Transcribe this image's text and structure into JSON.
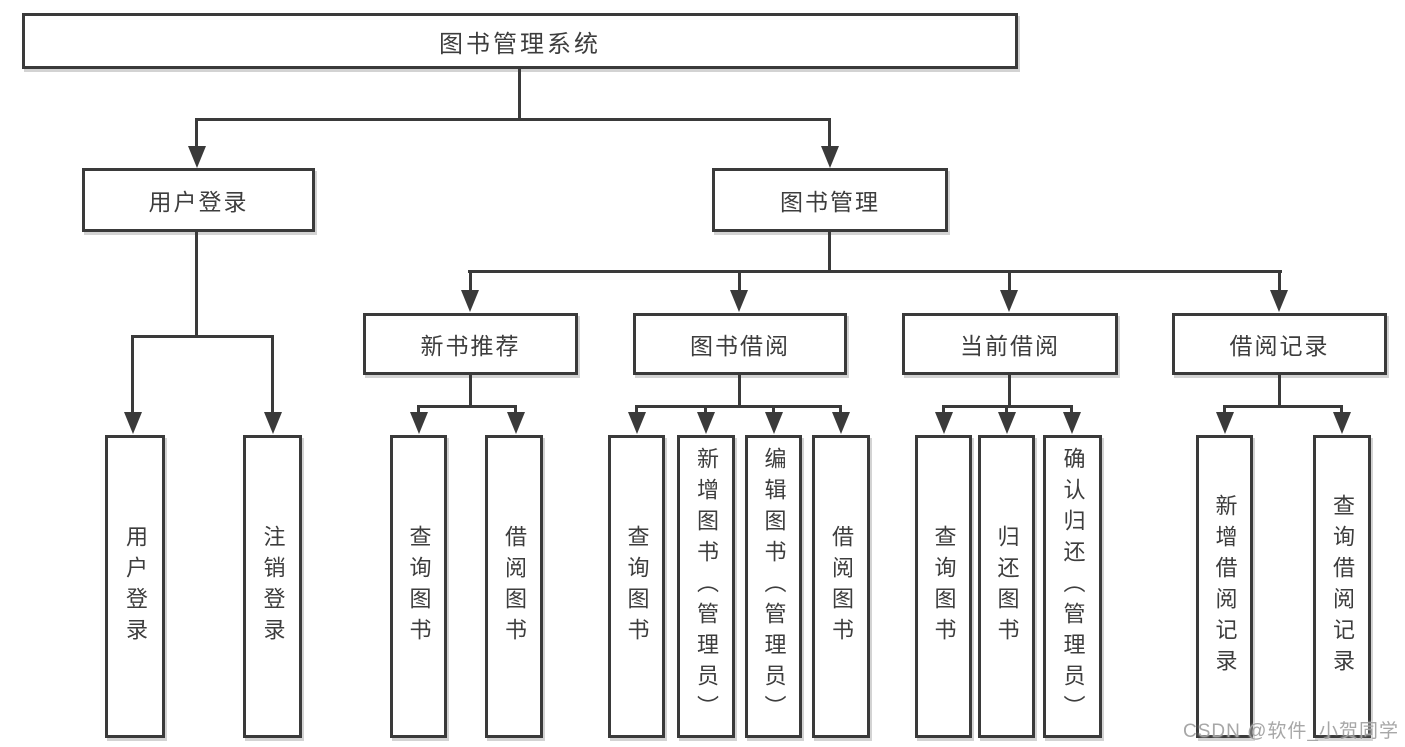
{
  "diagram": {
    "title": "图书管理系统",
    "root": {
      "label": "图书管理系统"
    },
    "level2": [
      {
        "label": "用户登录"
      },
      {
        "label": "图书管理"
      }
    ],
    "level3": [
      {
        "label": "新书推荐",
        "parent": "图书管理"
      },
      {
        "label": "图书借阅",
        "parent": "图书管理"
      },
      {
        "label": "当前借阅",
        "parent": "图书管理"
      },
      {
        "label": "借阅记录",
        "parent": "图书管理"
      }
    ],
    "leaves": [
      {
        "label": "用户登录",
        "parent": "用户登录"
      },
      {
        "label": "注销登录",
        "parent": "用户登录"
      },
      {
        "label": "查询图书",
        "parent": "新书推荐"
      },
      {
        "label": "借阅图书",
        "parent": "新书推荐"
      },
      {
        "label": "查询图书",
        "parent": "图书借阅"
      },
      {
        "label": "新增图书（管理员）",
        "parent": "图书借阅"
      },
      {
        "label": "编辑图书（管理员）",
        "parent": "图书借阅"
      },
      {
        "label": "借阅图书",
        "parent": "图书借阅"
      },
      {
        "label": "查询图书",
        "parent": "当前借阅"
      },
      {
        "label": "归还图书",
        "parent": "当前借阅"
      },
      {
        "label": "确认归还（管理员）",
        "parent": "当前借阅"
      },
      {
        "label": "新增借阅记录",
        "parent": "借阅记录"
      },
      {
        "label": "查询借阅记录",
        "parent": "借阅记录"
      }
    ],
    "watermark": "CSDN @软件_小贺同学",
    "colors": {
      "line": "#3a3a3a",
      "box_background": "#ffffff",
      "text": "#3d3d3d",
      "watermark": "#a2a2a2"
    }
  }
}
